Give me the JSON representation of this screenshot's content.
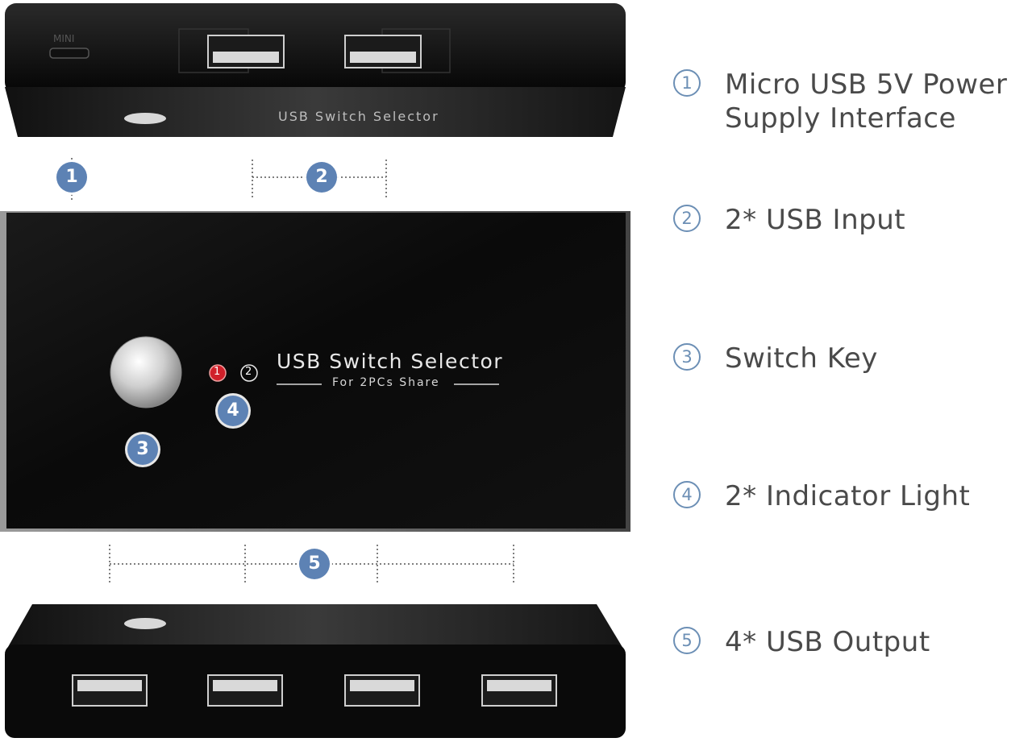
{
  "device": {
    "brand_title": "USB Switch Selector",
    "brand_subtitle": "For 2PCs Share",
    "top_edge_title": "USB Switch Selector",
    "led_1": "1",
    "led_2": "2"
  },
  "markers": [
    "1",
    "2",
    "3",
    "4",
    "5"
  ],
  "features": [
    {
      "num": "1",
      "text": "Micro USB 5V Power\nSupply Interface"
    },
    {
      "num": "2",
      "text": "2* USB Input"
    },
    {
      "num": "3",
      "text": "Switch Key"
    },
    {
      "num": "4",
      "text": "2* Indicator Light"
    },
    {
      "num": "5",
      "text": "4* USB Output"
    }
  ],
  "colors": {
    "marker": "#5d82b4",
    "label_text": "#4a4a4a",
    "device_body": "#0c0c0c",
    "led_active": "#d0202a"
  }
}
